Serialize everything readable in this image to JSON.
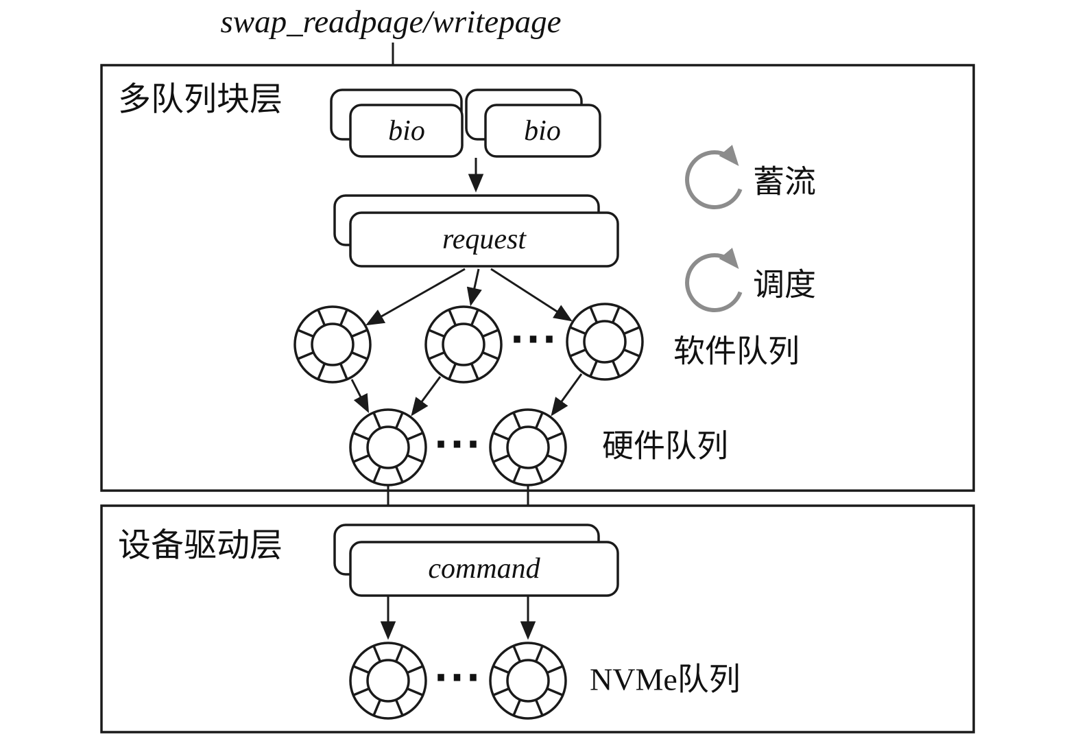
{
  "diagram": {
    "title": "swap_readpage/writepage",
    "layers": {
      "block": {
        "label": "多队列块层"
      },
      "driver": {
        "label": "设备驱动层"
      }
    },
    "nodes": {
      "bio": "bio",
      "request": "request",
      "command": "command"
    },
    "annotations": {
      "plugging": "蓄流",
      "scheduling": "调度",
      "software_queues": "软件队列",
      "hardware_queues": "硬件队列",
      "nvme_queues": "NVMe队列",
      "ellipsis": "···"
    },
    "colors": {
      "line": "#1a1a1a",
      "gray_arrow": "#8c8c8c",
      "background": "#ffffff"
    }
  }
}
